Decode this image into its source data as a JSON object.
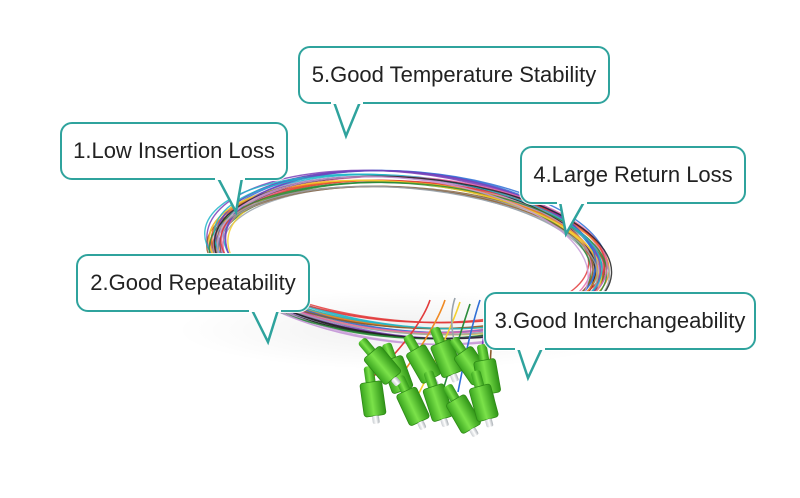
{
  "callouts": [
    {
      "text": "1.Low Insertion Loss"
    },
    {
      "text": "2.Good Repeatability"
    },
    {
      "text": "3.Good Interchangeability"
    },
    {
      "text": "4.Large Return Loss"
    },
    {
      "text": "5.Good Temperature Stability"
    }
  ],
  "colors": {
    "border": "#2fa39d",
    "connector": "#5cc832",
    "text": "#222222"
  },
  "fiber_colors": [
    "#e23b3b",
    "#f08a24",
    "#f4d030",
    "#2a8b3a",
    "#2f6fd6",
    "#7a3fb8",
    "#8b5a2b",
    "#9aa3ab",
    "#1fb6c9",
    "#e86aa8",
    "#222222",
    "#c79bd8"
  ]
}
